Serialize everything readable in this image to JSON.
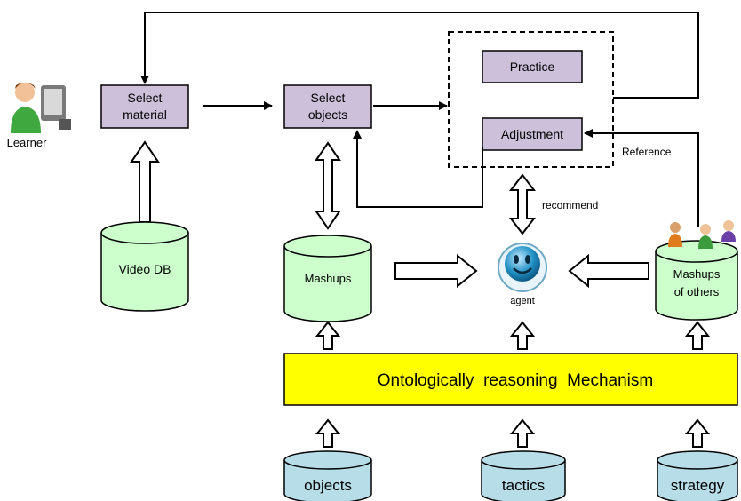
{
  "learner_label": "Learner",
  "boxes": {
    "select_material": [
      "Select",
      "material"
    ],
    "select_objects": [
      "Select",
      "objects"
    ],
    "practice": "Practice",
    "adjustment": "Adjustment"
  },
  "databases": {
    "video_db": "Video DB",
    "mashups": "Mashups",
    "mashups_others": [
      "Mashups",
      "of others"
    ],
    "objects": "objects",
    "tactics": "tactics",
    "strategy": "strategy"
  },
  "agent_label": "agent",
  "recommend_label": "recommend",
  "reference_label": "Reference",
  "mechanism_label": "Ontologically  reasoning  Mechanism",
  "colors": {
    "box_fill": "#ccc0da",
    "db_fill": "#ccffcc",
    "db_bottom_fill": "#b7dee8",
    "mechanism_fill": "#ffff00",
    "agent_fill": "#1f8fc4"
  }
}
